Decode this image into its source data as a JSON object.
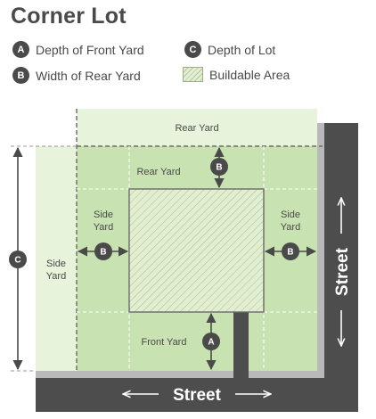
{
  "title": "Corner Lot",
  "legend": [
    {
      "badge": "A",
      "label": "Depth of Front Yard"
    },
    {
      "badge": "C",
      "label": "Depth of Lot"
    },
    {
      "badge": "B",
      "label": "Width of Rear Yard"
    },
    {
      "swatch": "buildable-area-swatch",
      "label": "Buildable Area"
    }
  ],
  "labels": {
    "rear_yard_top": "Rear Yard",
    "rear_yard": "Rear Yard",
    "side_yard_left_1": "Side",
    "side_yard_left_2": "Yard",
    "side_yard_right_1": "Side",
    "side_yard_right_2": "Yard",
    "side_yard_outer_1": "Side",
    "side_yard_outer_2": "Yard",
    "front_yard": "Front Yard",
    "street_bottom": "Street",
    "street_right": "Street"
  },
  "badges": {
    "a": "A",
    "b": "B",
    "c": "C"
  },
  "colors": {
    "lot_green": "#c9e2b1",
    "pale_green": "#e7f3da",
    "buildable_fill": "#e2eed0",
    "street_gray": "#4d4d4d",
    "sidewalk_gray": "#b9b9b9",
    "text": "#4a4a4a"
  }
}
